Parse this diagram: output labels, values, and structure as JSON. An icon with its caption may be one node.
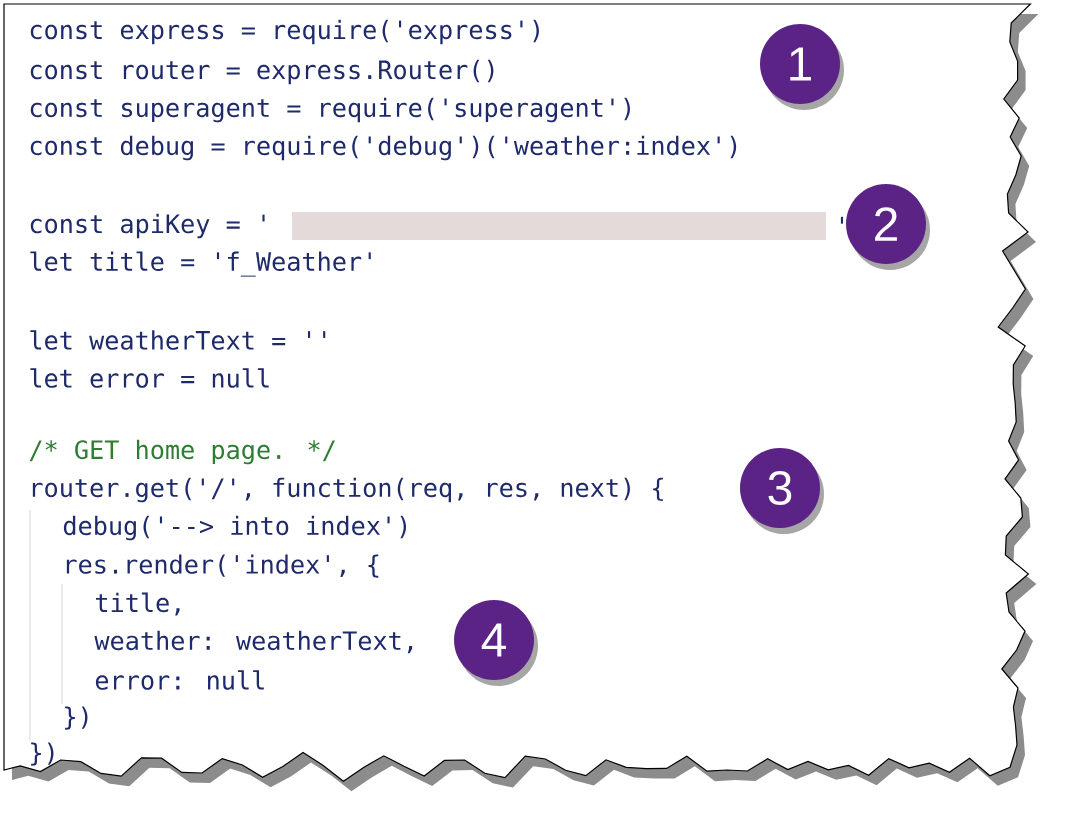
{
  "diagram": {
    "nodes": [
      {
        "text": [
          "1"
        ]
      },
      {
        "text": [
          "2"
        ]
      },
      {
        "text": [
          "3"
        ]
      },
      {
        "text": [
          "4"
        ]
      }
    ],
    "labels": [
      "const express = require('express')",
      "const router = express.Router()",
      "const superagent = require('superagent')",
      "const debug = require('debug')('weather:index')",
      "const apiKey = '",
      "'",
      "let title = 'f_Weather'",
      "let weatherText = ''",
      "let error = null",
      "/* GET home page. */",
      "router.get('/', function(req, res, next) {",
      "debug('--> into index')",
      "res.render('index', {",
      "title,",
      "weather: weatherText,",
      "error: null",
      "})",
      "})"
    ]
  }
}
